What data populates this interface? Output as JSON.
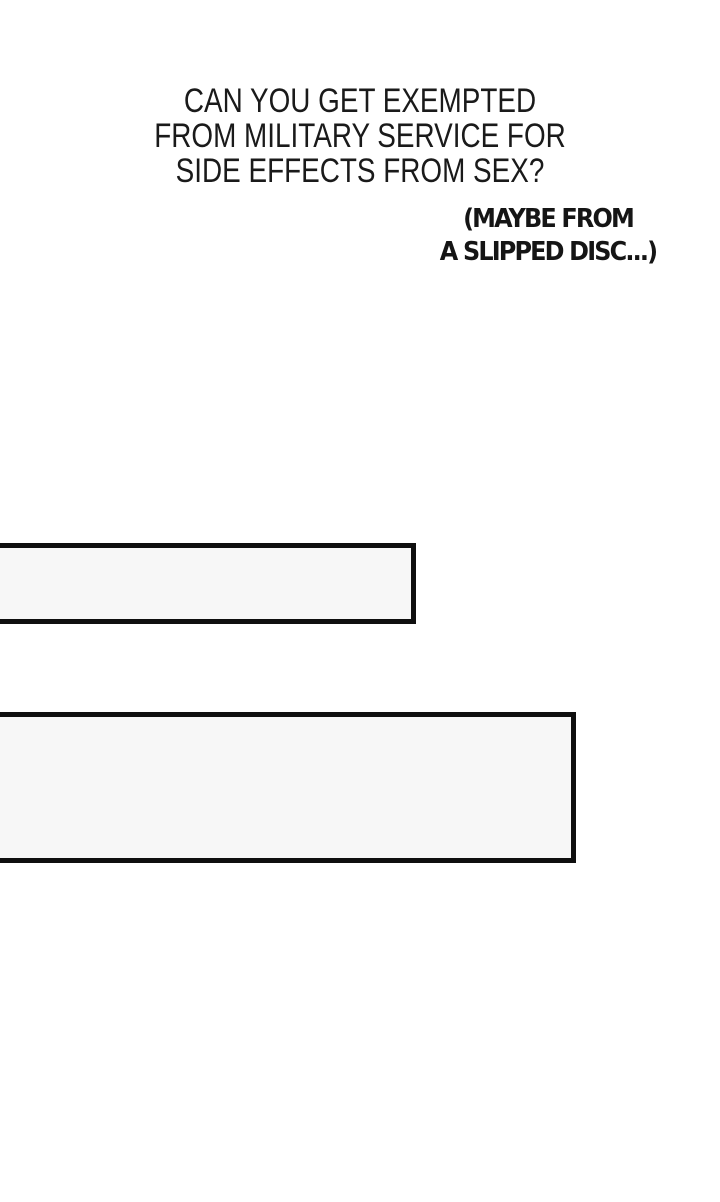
{
  "narration": {
    "title_lines": [
      "CAN YOU GET EXEMPTED",
      "FROM MILITARY SERVICE FOR",
      "SIDE EFFECTS FROM SEX?"
    ],
    "aside_lines": [
      "(MAYBE FROM",
      "A SLIPPED DISC...)"
    ]
  },
  "speech_boxes": [
    {
      "position": "top",
      "text": ""
    },
    {
      "position": "bottom",
      "text": ""
    }
  ],
  "colors": {
    "page_background": "#ffffff",
    "text": "#1a1a1a",
    "aside_text": "#151515",
    "box_fill": "#f7f7f7",
    "box_border": "#0f0f0f"
  }
}
